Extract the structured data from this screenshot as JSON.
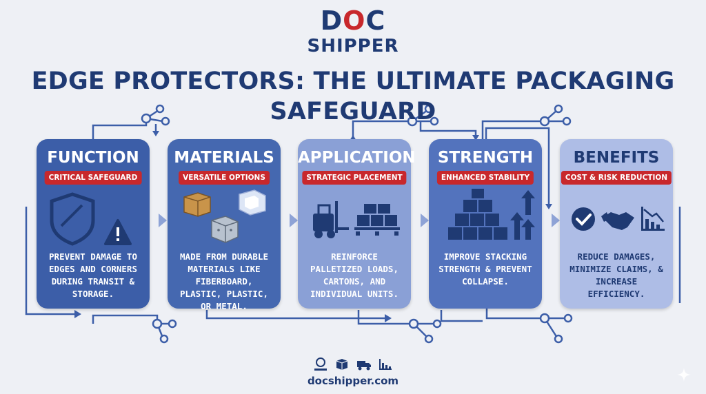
{
  "logo": {
    "line1_pre": "D",
    "line1_o": "O",
    "line1_post": "C",
    "line2": "SHIPPER"
  },
  "title": "EDGE PROTECTORS: THE ULTIMATE PACKAGING SAFEGUARD",
  "cards": [
    {
      "title": "FUNCTION",
      "badge": "CRITICAL SAFEGUARD",
      "desc": "PREVENT DAMAGE TO EDGES AND CORNERS DURING TRANSIT & STORAGE."
    },
    {
      "title": "MATERIALS",
      "badge": "VERSATILE OPTIONS",
      "desc": "MADE FROM DURABLE MATERIALS LIKE FIBERBOARD, PLASTIC, PLASTIC, OR METAL."
    },
    {
      "title": "APPLICATION",
      "badge": "STRATEGIC PLACEMENT",
      "desc": "REINFORCE PALLETIZED LOADS, CARTONS, AND INDIVIDUAL UNITS."
    },
    {
      "title": "STRENGTH",
      "badge": "ENHANCED STABILITY",
      "desc": "IMPROVE STACKING STRENGTH & PREVENT COLLAPSE."
    },
    {
      "title": "BENEFITS",
      "badge": "COST & RISK REDUCTION",
      "desc": "REDUCE DAMAGES, MINIMIZE CLAIMS, & INCREASE EFFICIENCY."
    }
  ],
  "icons": {
    "card1": [
      "shield-icon",
      "warning-icon"
    ],
    "card2": [
      "cardboard-box-icon",
      "plastic-corner-icon",
      "metal-corner-icon"
    ],
    "card3": [
      "forklift-icon",
      "pallet-boxes-icon"
    ],
    "card4": [
      "stacked-boxes-icon",
      "up-arrows-icon"
    ],
    "card5": [
      "checkmark-icon",
      "handshake-icon",
      "declining-chart-icon"
    ]
  },
  "footer": {
    "icons": [
      "globe-hand-icon",
      "package-icon",
      "truck-icon",
      "chart-icon"
    ],
    "url": "docshipper.com"
  },
  "colors": {
    "navy": "#1f3a73",
    "red": "#c8282c",
    "card1": "#3c5ea8",
    "card2": "#4568b0",
    "card3": "#8aa0d6",
    "card4": "#5373bd",
    "card5": "#aebde6"
  }
}
